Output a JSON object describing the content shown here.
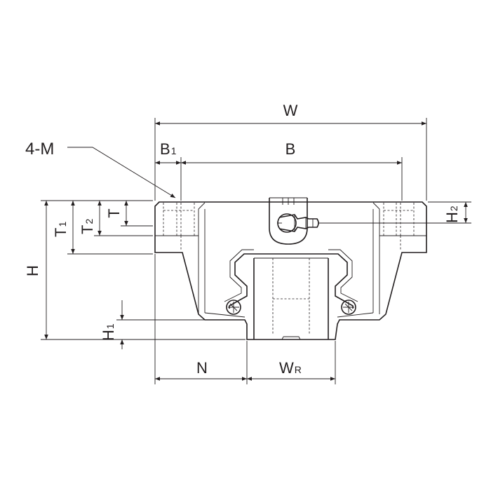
{
  "labels": {
    "W": "W",
    "B1_main": "B",
    "B1_sub": "1",
    "B": "B",
    "M4": "4-M",
    "H": "H",
    "T1_main": "T",
    "T1_sub": "1",
    "T2_main": "T",
    "T2_sub": "2",
    "T": "T",
    "H2_main": "H",
    "H2_sub": "2",
    "H1_main": "H",
    "H1_sub": "1",
    "N": "N",
    "WR_main": "W",
    "WR_sub": "R"
  }
}
